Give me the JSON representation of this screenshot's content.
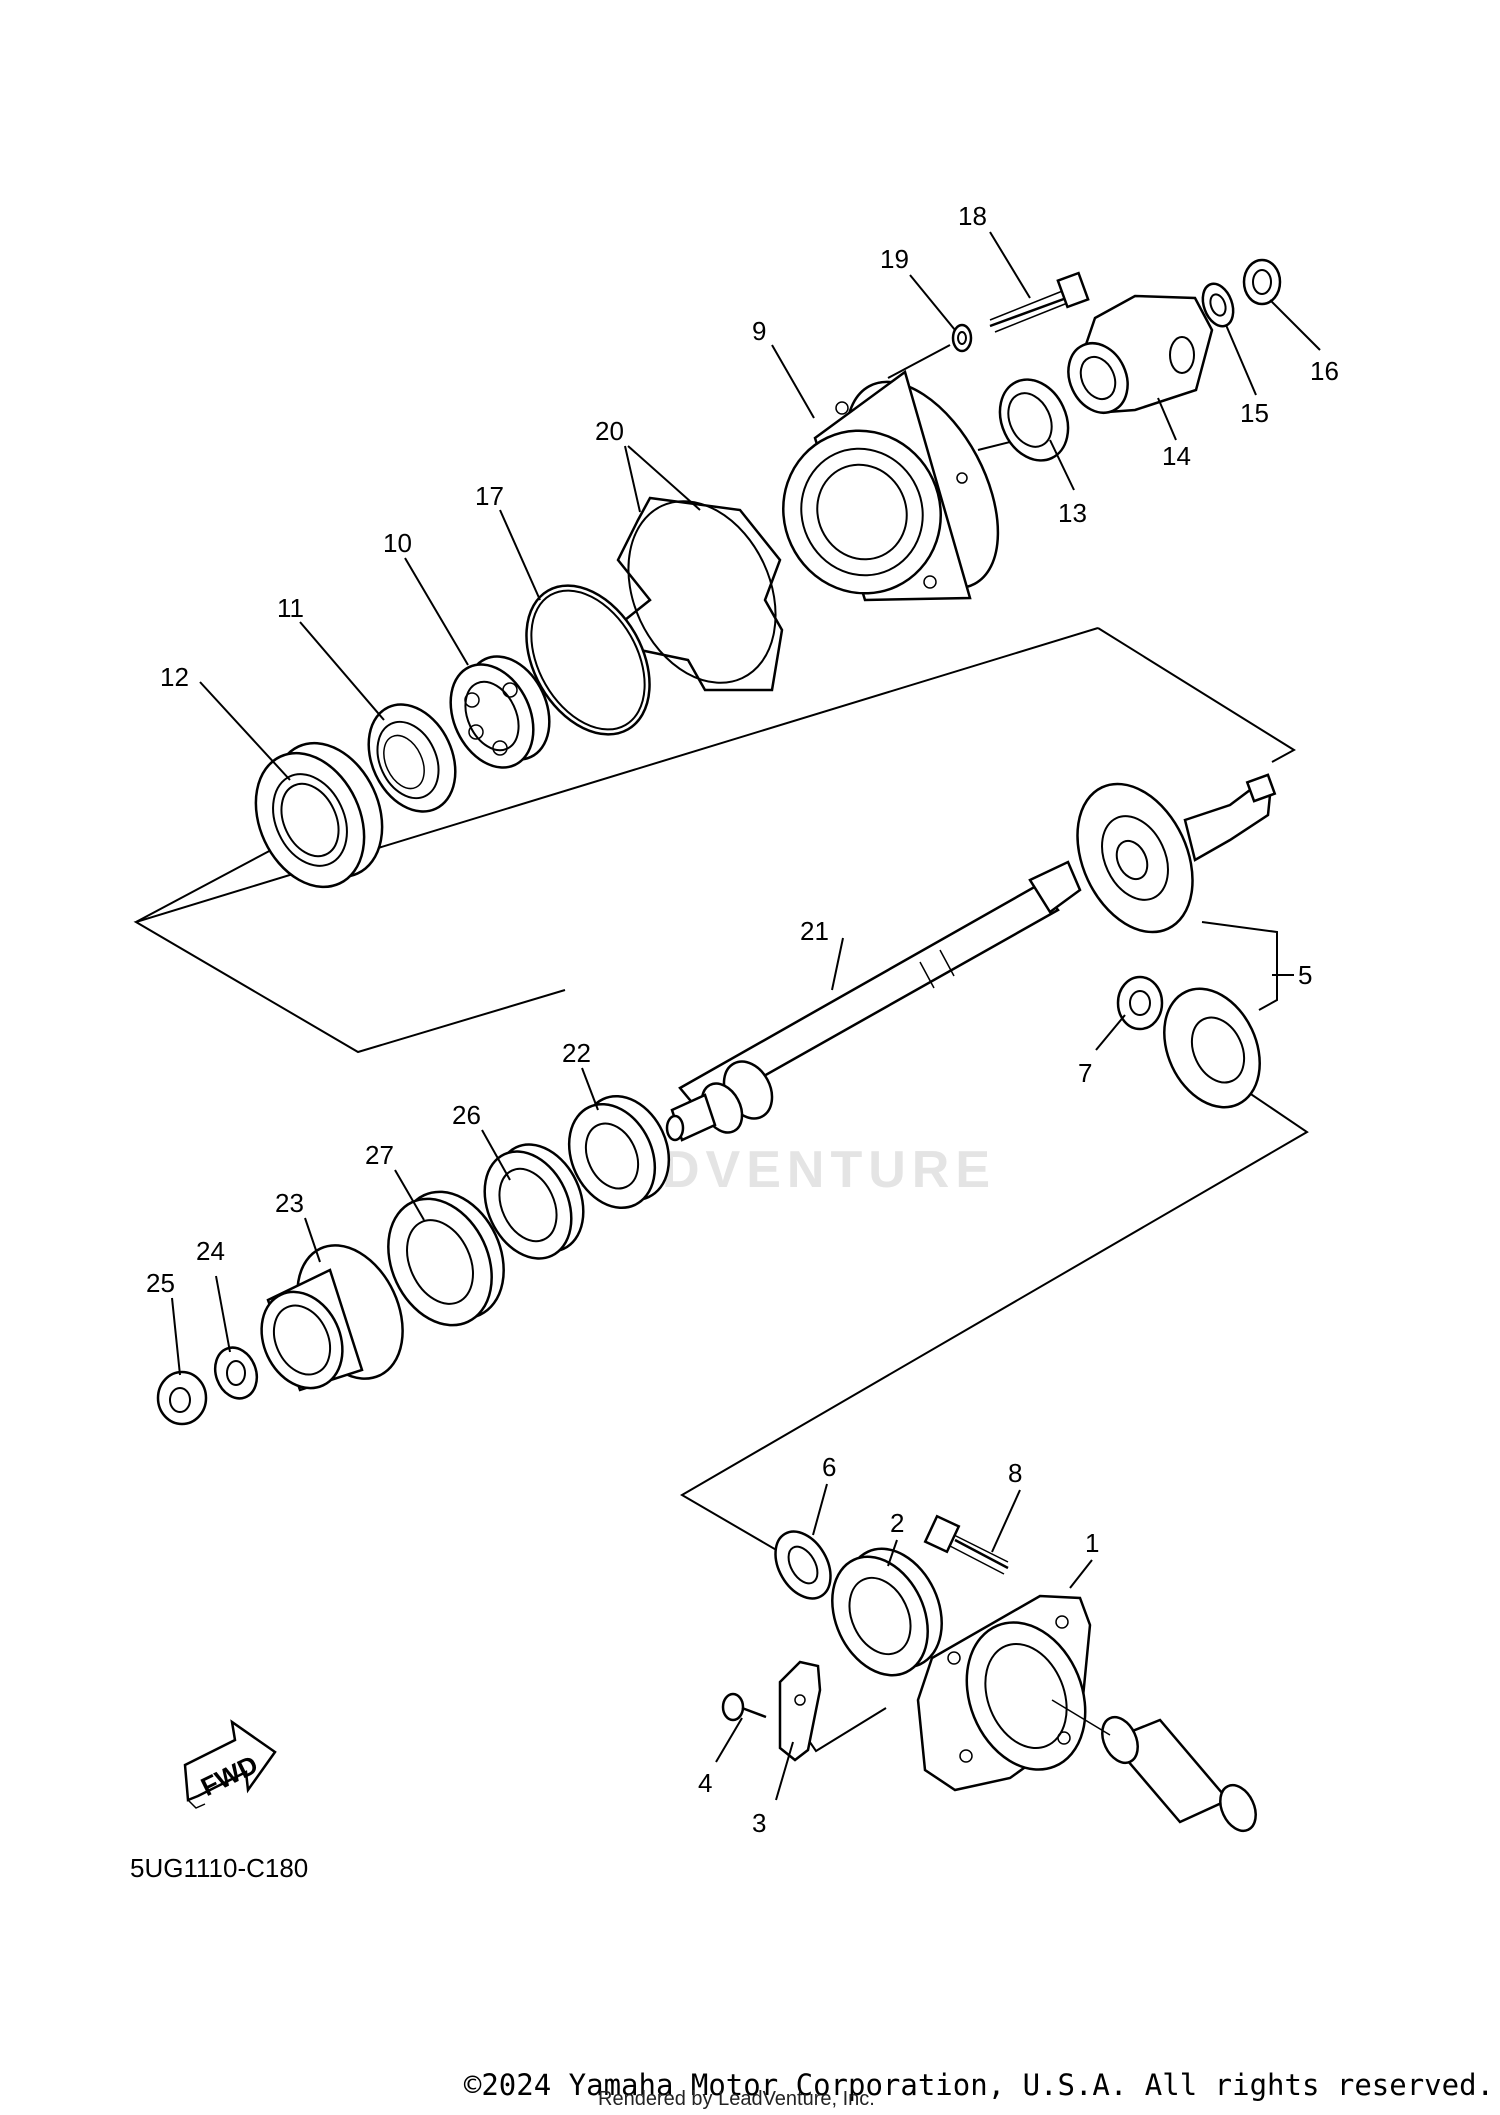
{
  "diagram": {
    "callouts": [
      "1",
      "2",
      "3",
      "4",
      "5",
      "6",
      "7",
      "8",
      "9",
      "10",
      "11",
      "12",
      "13",
      "14",
      "15",
      "16",
      "17",
      "18",
      "19",
      "20",
      "21",
      "22",
      "23",
      "24",
      "25",
      "26",
      "27"
    ],
    "fwd_label": "FWD",
    "figure_code": "5UG1110-C180",
    "watermark": "LEADVENTURE"
  },
  "footer": {
    "copyright": "©2024 Yamaha Motor Corporation, U.S.A. All rights reserved.",
    "rendered_by": "Rendered by LeadVenture, Inc."
  }
}
